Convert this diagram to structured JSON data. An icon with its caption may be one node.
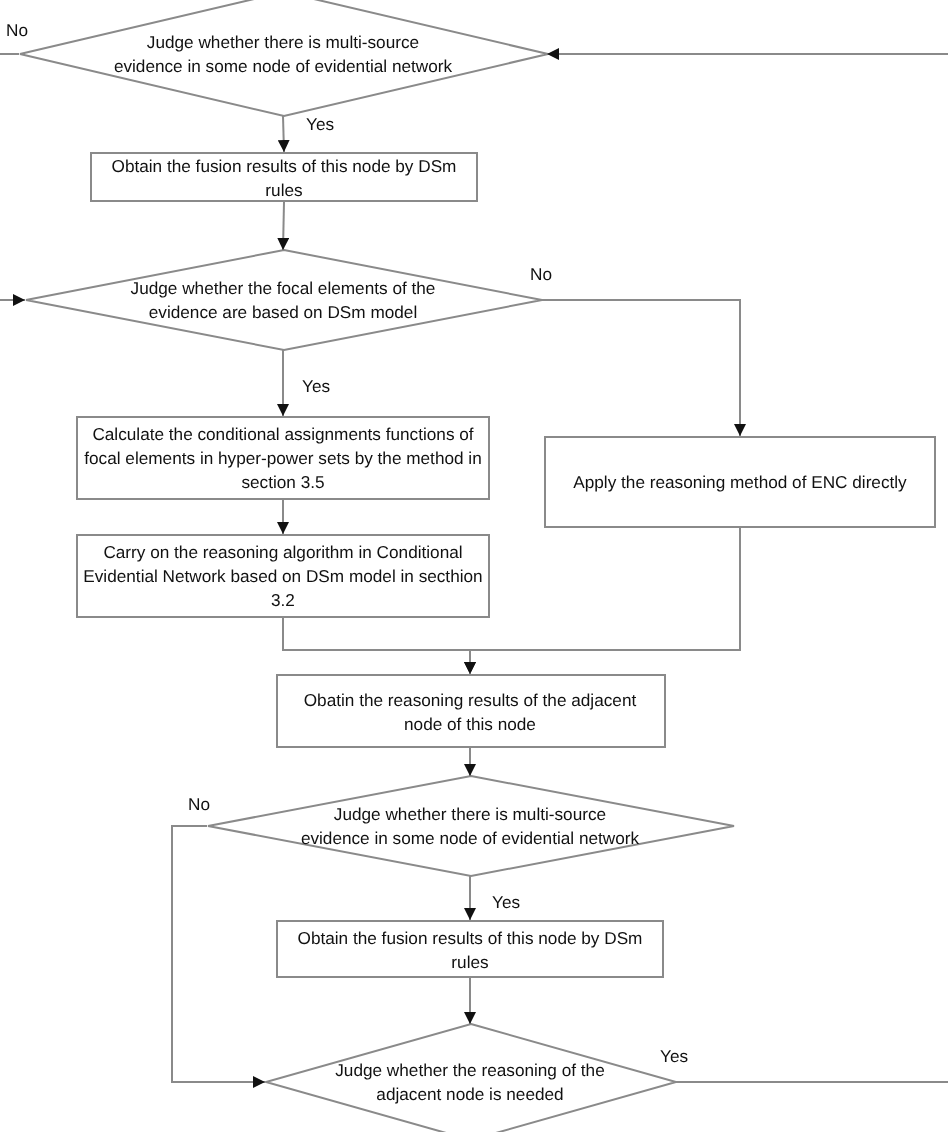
{
  "diagram": {
    "nodes": [
      {
        "text": [
          "Judge whether there is multi-source evidence in some node of evidential network"
        ]
      },
      {
        "text": [
          "Obtain the fusion results of this node by DSm rules"
        ]
      },
      {
        "text": [
          "Judge whether the focal elements of the evidence are based on DSm model"
        ]
      },
      {
        "text": [
          "Calculate the conditional assignments functions of focal elements in hyper-power sets by the method in section 3.5"
        ]
      },
      {
        "text": [
          "Apply the reasoning method of ENC directly"
        ]
      },
      {
        "text": [
          "Carry on the reasoning algorithm in Conditional Evidential Network based on DSm model in secthion 3.2"
        ]
      },
      {
        "text": [
          "Obatin the reasoning results of the adjacent node of this node"
        ]
      },
      {
        "text": [
          "Judge whether there is multi-source evidence in some node of evidential network"
        ]
      },
      {
        "text": [
          "Obtain the fusion results of this node by DSm rules"
        ]
      },
      {
        "text": [
          "Judge whether the reasoning of the adjacent node is needed"
        ]
      }
    ],
    "edges": [
      {
        "from": 0,
        "to": 1,
        "arrow": "to",
        "label": "Yes"
      },
      {
        "from": 0,
        "to": null,
        "arrow": "none",
        "label": "No"
      },
      {
        "from": 1,
        "to": 2,
        "arrow": "to"
      },
      {
        "from": null,
        "to": 2,
        "arrow": "to"
      },
      {
        "from": 2,
        "to": 3,
        "arrow": "to",
        "label": "Yes"
      },
      {
        "from": 2,
        "to": 4,
        "arrow": "to",
        "label": "No"
      },
      {
        "from": 3,
        "to": 5,
        "arrow": "to"
      },
      {
        "from": 5,
        "to": 6,
        "arrow": "to"
      },
      {
        "from": 4,
        "to": 6,
        "arrow": "to"
      },
      {
        "from": 6,
        "to": 7,
        "arrow": "to"
      },
      {
        "from": 7,
        "to": 8,
        "arrow": "to",
        "label": "Yes"
      },
      {
        "from": 7,
        "to": 9,
        "arrow": "to",
        "label": "No"
      },
      {
        "from": 8,
        "to": 9,
        "arrow": "to"
      },
      {
        "from": 9,
        "to": null,
        "arrow": "none",
        "label": "Yes"
      },
      {
        "from": null,
        "to": 0,
        "arrow": "to"
      }
    ]
  }
}
